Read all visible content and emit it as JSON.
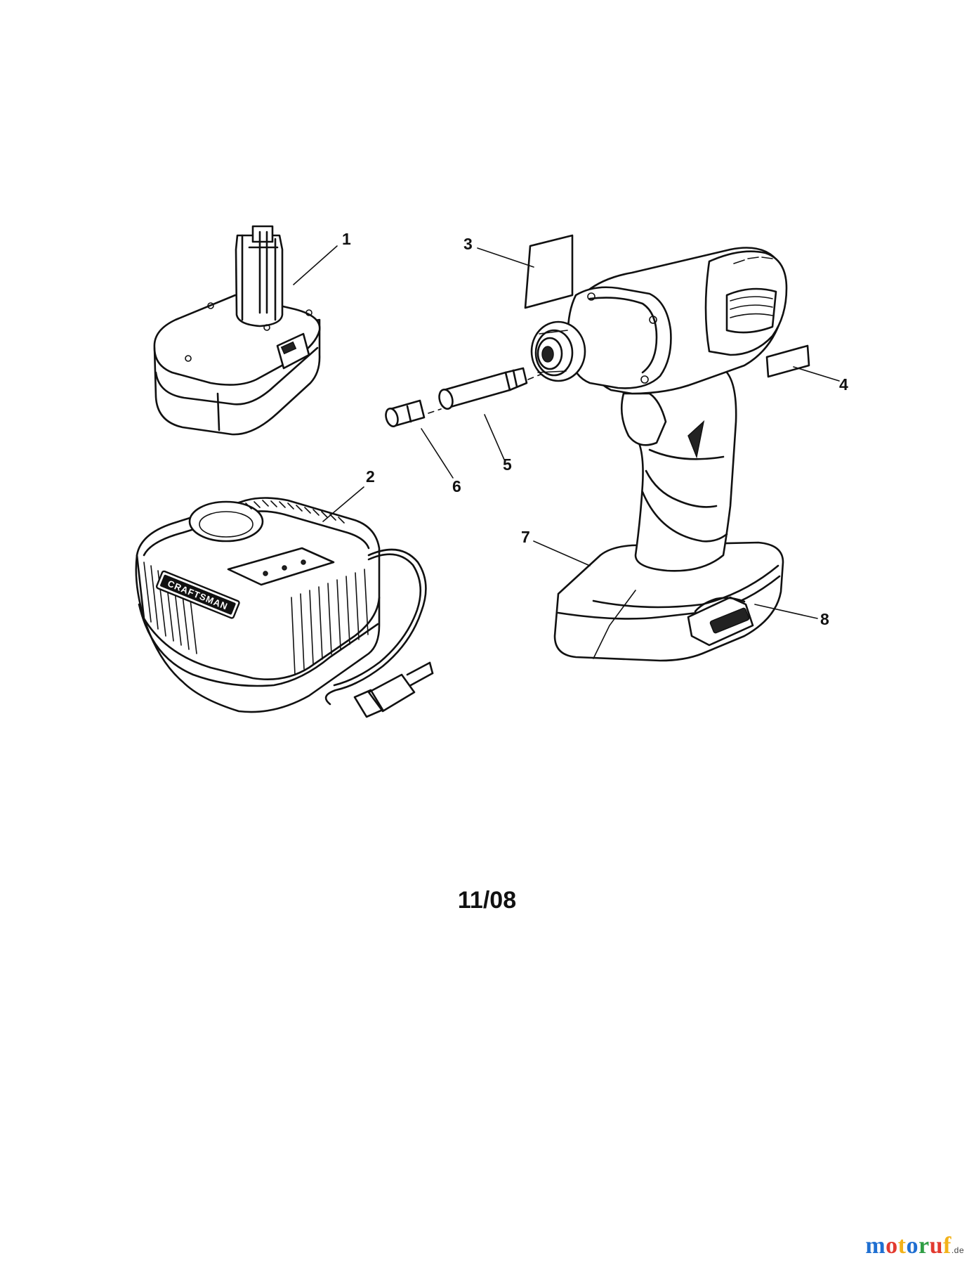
{
  "diagram": {
    "revision": "11/08",
    "parts": [
      {
        "number": "1",
        "name": "battery-pack"
      },
      {
        "number": "2",
        "name": "battery-charger"
      },
      {
        "number": "3",
        "name": "label"
      },
      {
        "number": "4",
        "name": "label"
      },
      {
        "number": "5",
        "name": "bit-holder"
      },
      {
        "number": "6",
        "name": "bit"
      },
      {
        "number": "7",
        "name": "impact-driver-housing"
      },
      {
        "number": "8",
        "name": "belt-clip-label"
      }
    ],
    "charger_brand": "CRAFTSMAN"
  },
  "watermark": {
    "letters": [
      "m",
      "o",
      "t",
      "o",
      "r",
      "u",
      "f"
    ],
    "letter_colors": [
      "#1f6fd1",
      "#e23a2f",
      "#f2b21a",
      "#1f6fd1",
      "#2f9e44",
      "#e23a2f",
      "#f2b21a"
    ],
    "suffix": ".de"
  }
}
